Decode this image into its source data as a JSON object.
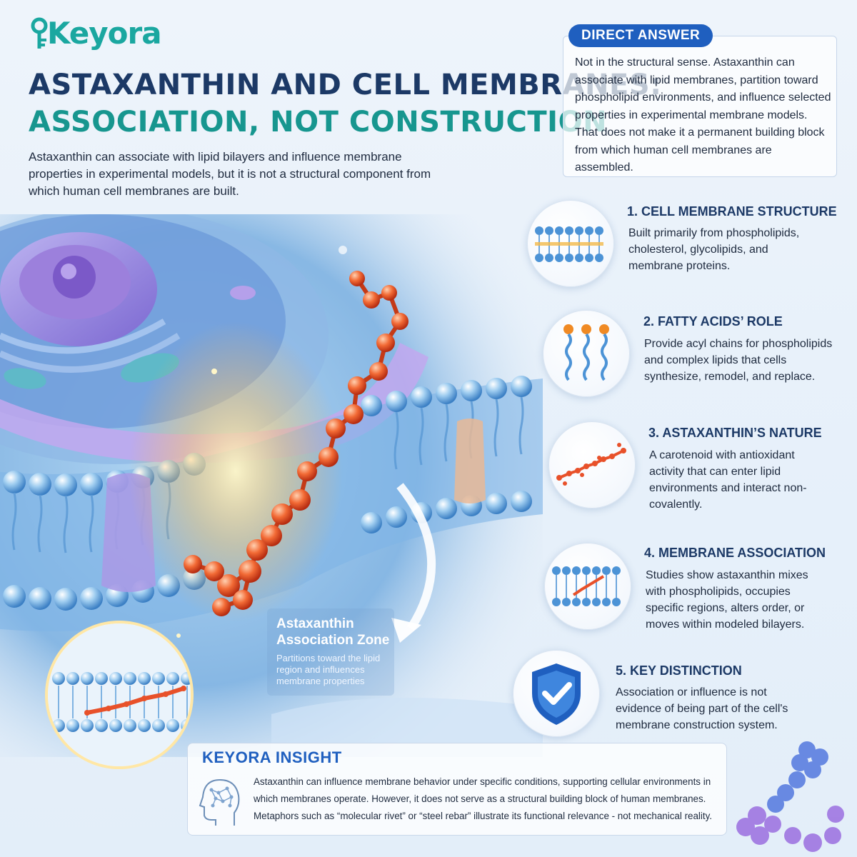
{
  "brand": {
    "name": "Keyora"
  },
  "header": {
    "title_line1": "ASTAXANTHIN AND CELL MEMBRANES:",
    "title_line2": "ASSOCIATION, NOT CONSTRUCTION",
    "intro": "Astaxanthin can associate with lipid bilayers and influence membrane properties in experimental models, but it is not a structural component from which human cell membranes are built."
  },
  "direct_answer": {
    "label": "DIRECT ANSWER",
    "text": "Not in the structural sense. Astaxanthin can associate with lipid membranes, partition toward phospholipid environments, and influence selected properties in experimental membrane models. That does not make it a permanent building block from which human cell membranes are assembled."
  },
  "items": [
    {
      "title": "1. CELL MEMBRANE STRUCTURE",
      "desc": "Built primarily from phospholipids, cholesterol, glycolipids, and membrane proteins.",
      "icon": "lipid-bilayer-icon"
    },
    {
      "title": "2. FATTY ACIDS’ ROLE",
      "desc": "Provide acyl chains for phospholipids and complex lipids that cells synthesize, remodel, and replace.",
      "icon": "fatty-acid-chains-icon"
    },
    {
      "title": "3. ASTAXANTHIN’S NATURE",
      "desc": "A carotenoid with antioxidant activity that can enter lipid environments and interact non-covalently.",
      "icon": "molecule-icon"
    },
    {
      "title": "4. MEMBRANE ASSOCIATION",
      "desc": "Studies show astaxanthin mixes with phospholipids, occupies specific regions, alters order, or moves within modeled bilayers.",
      "icon": "bilayer-with-molecule-icon"
    },
    {
      "title": "5. KEY DISTINCTION",
      "desc": "Association or influence is not evidence of being part of the cell's membrane construction system.",
      "icon": "shield-check-icon"
    }
  ],
  "zone": {
    "title": "Astaxanthin Association Zone",
    "desc": "Partitions toward the lipid region and influences membrane properties"
  },
  "insight": {
    "title": "KEYORA INSIGHT",
    "text": "Astaxanthin can influence membrane behavior under specific conditions, supporting cellular environments in which membranes operate. However, it does not serve as a structural building block of human membranes. Metaphors such as “molecular rivet” or “steel rebar” illustrate its functional relevance - not mechanical reality."
  },
  "colors": {
    "navy": "#1c3966",
    "teal": "#17968f",
    "accent_blue": "#1f5fbf",
    "molecule_orange": "#e8512a"
  }
}
